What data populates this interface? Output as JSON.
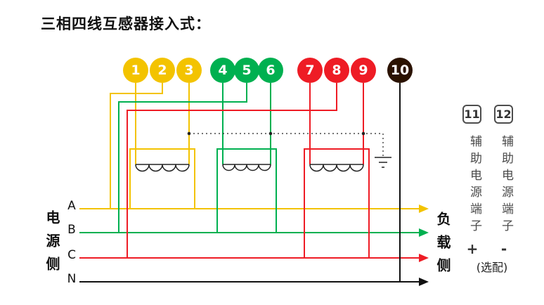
{
  "title": "三相四线互感器接入式：",
  "colors": {
    "phase_a": "#F3C300",
    "phase_b": "#00B050",
    "phase_c": "#EE1C25",
    "neutral": "#111111",
    "terminal_10_fill": "#2A1200",
    "detail": "#222222"
  },
  "terminals": [
    {
      "number": "1",
      "color": "#F3C300"
    },
    {
      "number": "2",
      "color": "#F3C300"
    },
    {
      "number": "3",
      "color": "#F3C300"
    },
    {
      "number": "4",
      "color": "#00B050"
    },
    {
      "number": "5",
      "color": "#00B050"
    },
    {
      "number": "6",
      "color": "#00B050"
    },
    {
      "number": "7",
      "color": "#EE1C25"
    },
    {
      "number": "8",
      "color": "#EE1C25"
    },
    {
      "number": "9",
      "color": "#EE1C25"
    },
    {
      "number": "10",
      "color": "#2A1200"
    }
  ],
  "source_side": {
    "label": "电源侧",
    "phase_labels": [
      "A",
      "B",
      "C",
      "N"
    ]
  },
  "load_side": {
    "label": "负载侧"
  },
  "aux_terminals": {
    "items": [
      {
        "number": "11",
        "label": "辅助电源端子",
        "polarity": "+"
      },
      {
        "number": "12",
        "label": "辅助电源端子",
        "polarity": "-"
      }
    ],
    "note": "(选配)"
  }
}
